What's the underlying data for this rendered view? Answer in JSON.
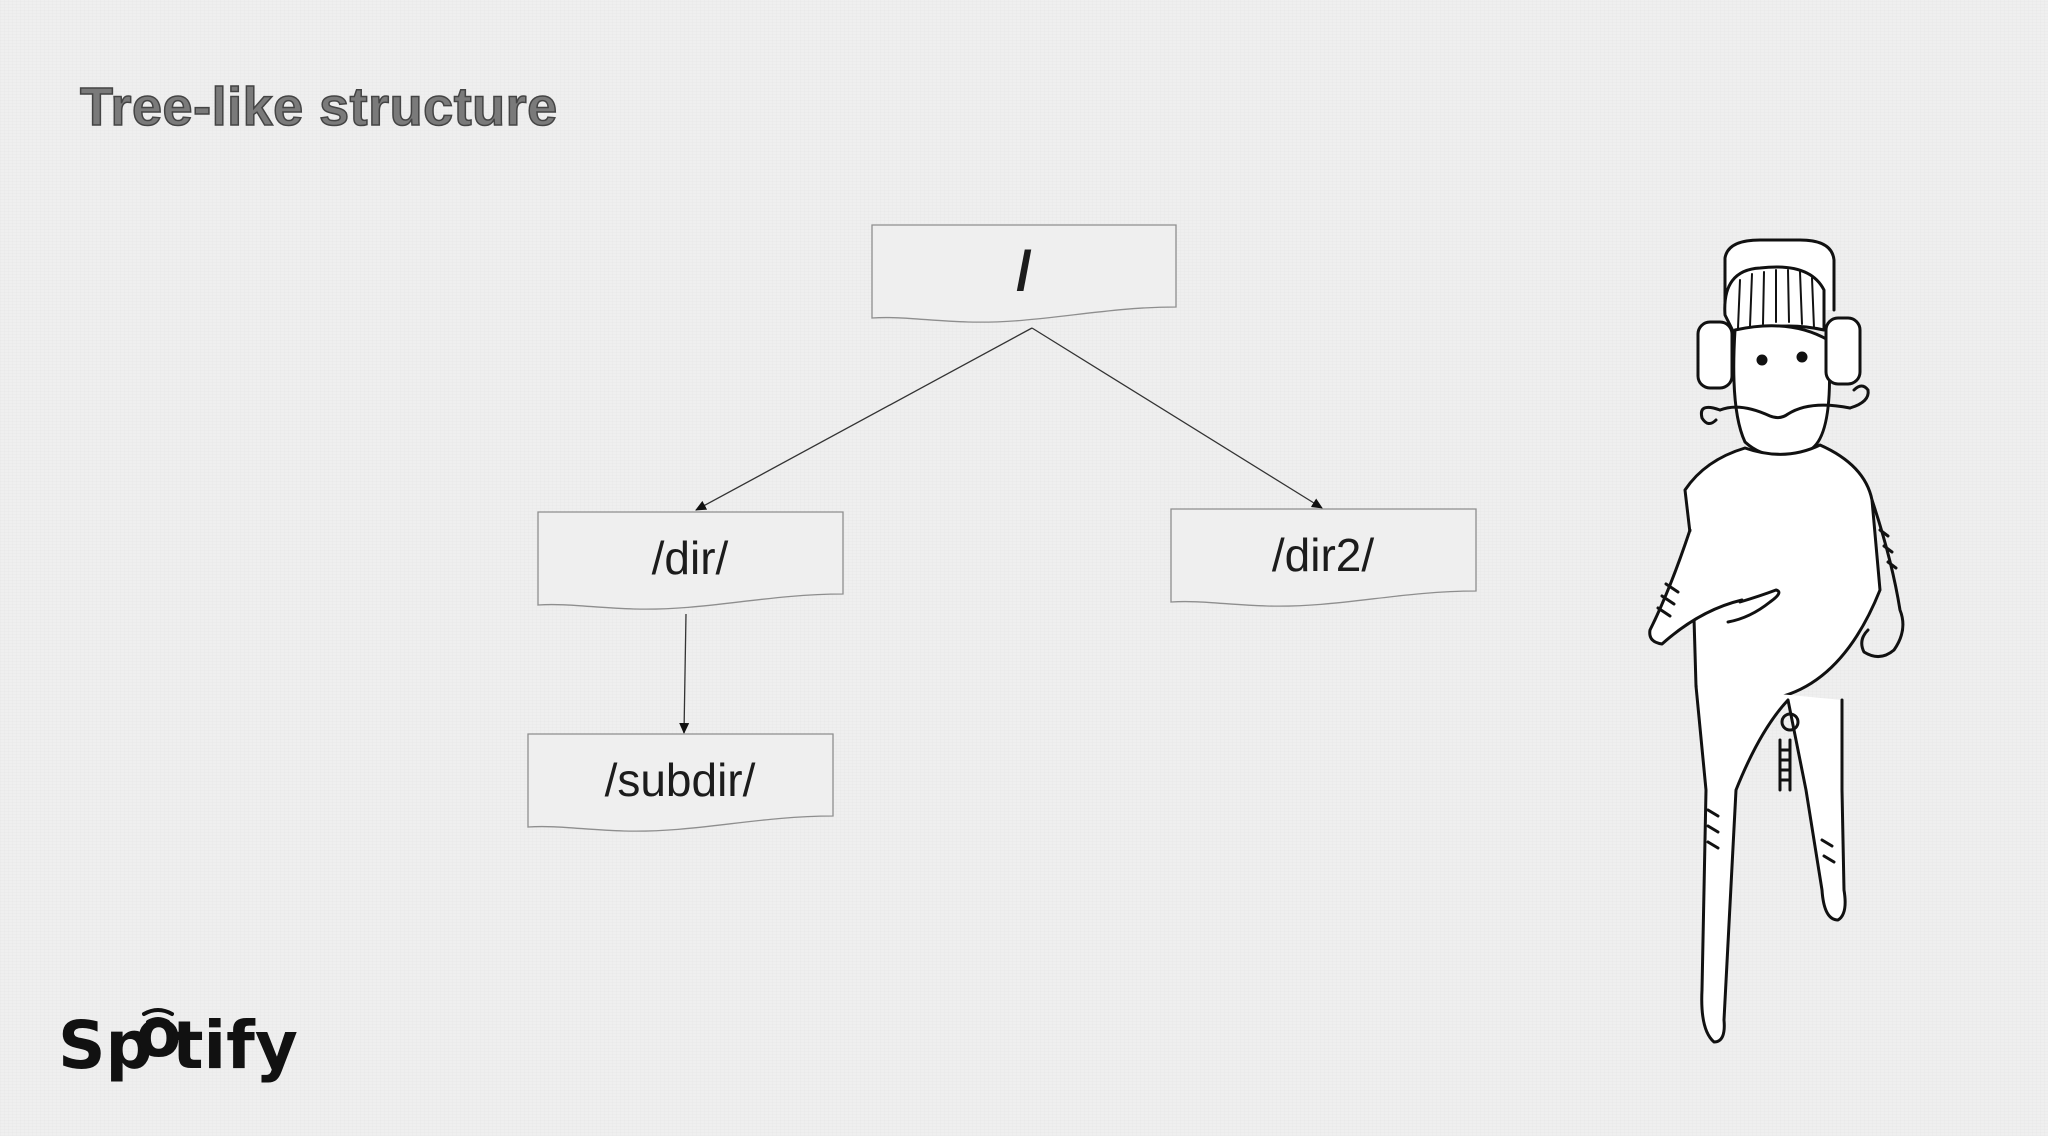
{
  "slide": {
    "title": "Tree-like structure"
  },
  "diagram": {
    "nodes": [
      {
        "id": "root",
        "label": "/"
      },
      {
        "id": "dir",
        "label": "/dir/"
      },
      {
        "id": "dir2",
        "label": "/dir2/"
      },
      {
        "id": "subdir",
        "label": "/subdir/"
      }
    ],
    "edges": [
      {
        "from": "root",
        "to": "dir"
      },
      {
        "from": "root",
        "to": "dir2"
      },
      {
        "from": "dir",
        "to": "subdir"
      }
    ]
  },
  "logo": {
    "brand": "Spotify"
  },
  "illustration": {
    "icon": "headphone-character-illustration"
  },
  "colors": {
    "background": "#efefef",
    "ink": "#1c1c1c"
  }
}
